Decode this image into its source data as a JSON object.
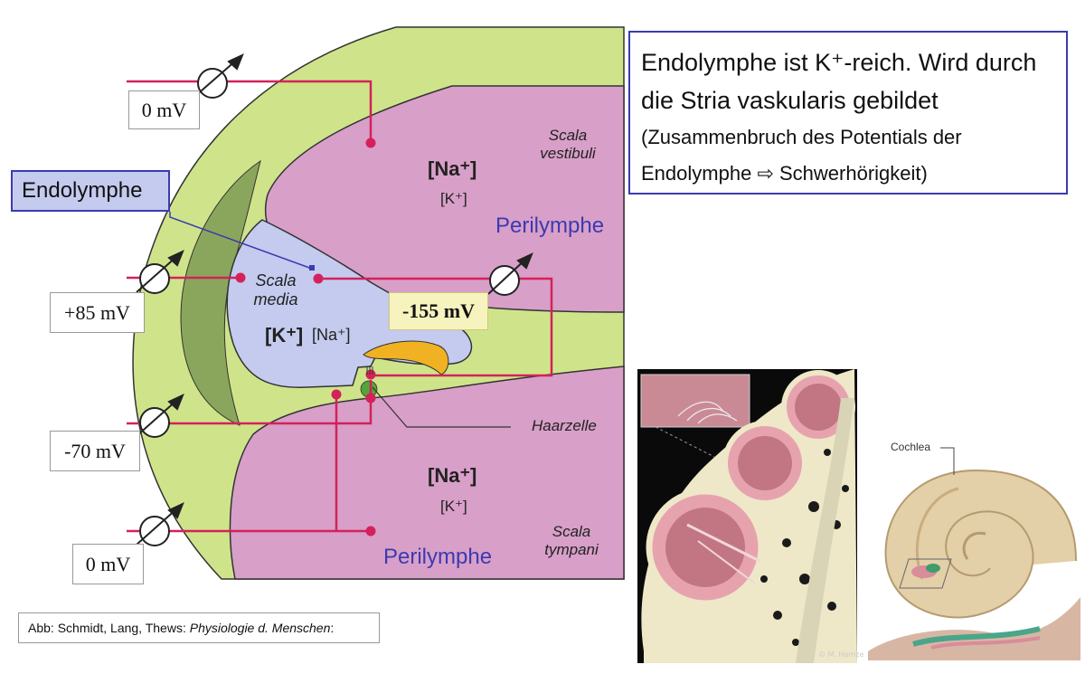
{
  "diagram": {
    "measurements": {
      "top": "0 mV",
      "media": "+85 mV",
      "haircell": "-70 mV",
      "bottom": "0 mV",
      "transepithelial": "-155 mV"
    },
    "labels": {
      "endolymphe": "Endolymphe",
      "scala_vestibuli": [
        "Scala",
        "vestibuli"
      ],
      "scala_media": [
        "Scala",
        "media"
      ],
      "scala_tympani": [
        "Scala",
        "tympani"
      ],
      "perilymphe": "Perilymphe",
      "haarzelle": "Haarzelle",
      "na_bold": "[Na⁺]",
      "k_small": "[K⁺]",
      "k_bold": "[K⁺]",
      "na_small": "[Na⁺]"
    },
    "colors": {
      "bone_green": "#cfe48a",
      "stria": "#8aa65c",
      "perilymph": "#d89fc8",
      "endolymph": "#c4cbef",
      "electrode": "#d4215a",
      "tectorial": "#f0b222"
    }
  },
  "info": {
    "line1": "Endolymphe ist K⁺-reich. Wird durch",
    "line2": "die Stria vaskularis gebildet",
    "line3": "(Zusammenbruch des Potentials der",
    "line4_a": "Endolymphe",
    "line4_arrow": "⇨",
    "line4_b": "Schwerhörigkeit)"
  },
  "source": {
    "prefix": "Abb: Schmidt, Lang, Thews: ",
    "title": "Physiologie d. Menschen",
    "suffix": ":"
  },
  "figure_right": {
    "cochlea_label": "Cochlea",
    "signature": "© M. Hamzeh"
  }
}
